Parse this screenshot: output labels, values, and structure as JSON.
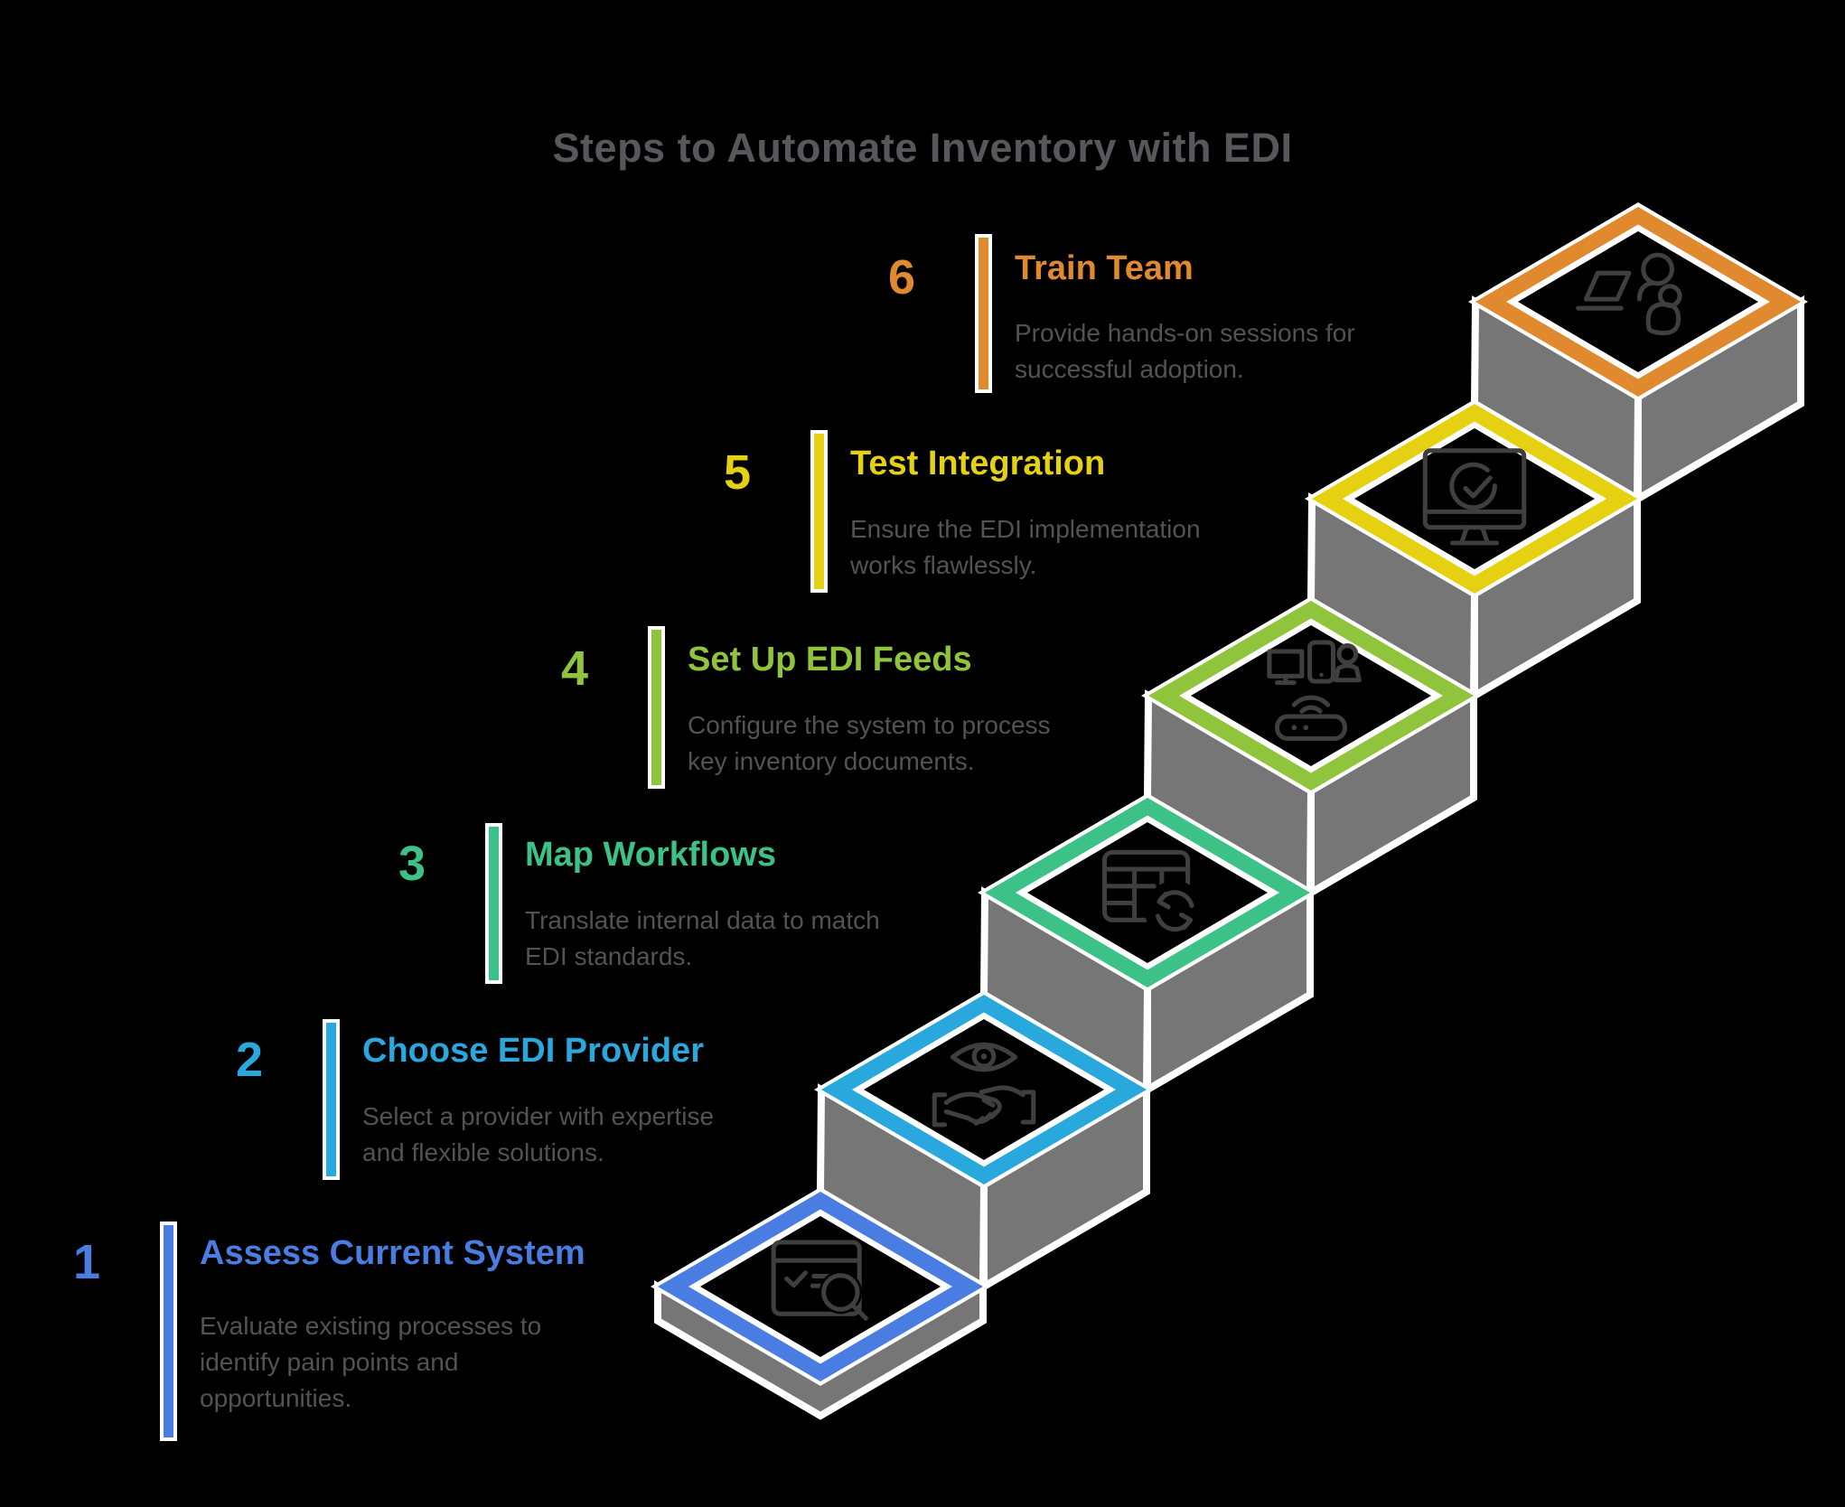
{
  "page_title": "Steps to Automate Inventory with EDI",
  "colors": {
    "background": "#000000",
    "title_text": "#57585a",
    "description_text": "#535353",
    "stair_face": "#767676",
    "outline": "#ffffff",
    "icon_stroke": "#3f3f3f"
  },
  "steps": [
    {
      "number": "1",
      "title": "Assess Current System",
      "description": "Evaluate existing processes to\nidentify pain points and\nopportunities.",
      "color": "#4a7de1",
      "icon": "audit-search-icon"
    },
    {
      "number": "2",
      "title": "Choose EDI Provider",
      "description": "Select a provider with expertise\nand flexible solutions.",
      "color": "#29a8dd",
      "icon": "eye-handshake-icon"
    },
    {
      "number": "3",
      "title": "Map Workflows",
      "description": "Translate internal data to match\nEDI standards.",
      "color": "#3cc186",
      "icon": "table-sync-icon"
    },
    {
      "number": "4",
      "title": "Set Up EDI Feeds",
      "description": "Configure the system to process\nkey inventory documents.",
      "color": "#8fc43c",
      "icon": "devices-network-icon"
    },
    {
      "number": "5",
      "title": "Test Integration",
      "description": "Ensure the EDI implementation\nworks flawlessly.",
      "color": "#e5d112",
      "icon": "monitor-check-icon"
    },
    {
      "number": "6",
      "title": "Train Team",
      "description": "Provide hands-on sessions for\nsuccessful adoption.",
      "color": "#e1892e",
      "icon": "laptop-people-icon"
    }
  ]
}
